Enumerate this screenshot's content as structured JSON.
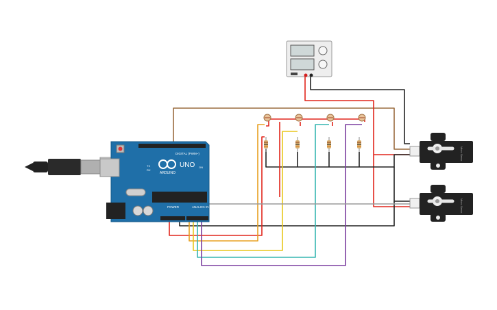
{
  "arduino": {
    "model_label": "UNO",
    "brand_label": "ARDUINO",
    "digital_label": "DIGITAL (PWM~)",
    "power_label": "POWER",
    "analog_label": "ANALOG IN",
    "tx_label": "TX",
    "rx_label": "RX",
    "on_label": "ON",
    "board_color": "#1f6fa8",
    "header_color": "#222222"
  },
  "power_supply": {
    "body_color": "#eeeeee",
    "terminal_colors": [
      "#222222",
      "#d41f1f"
    ]
  },
  "servos": [
    {
      "id": "servo-top",
      "label": "Micro Servo"
    },
    {
      "id": "servo-bottom",
      "label": "Micro Servo"
    }
  ],
  "wire_colors": {
    "red": "#e1251b",
    "black": "#222222",
    "brown": "#9a6b3f",
    "orange": "#e8a020",
    "yellow": "#e8c61c",
    "teal": "#35b6b0",
    "purple": "#7b3fa0",
    "grey": "#9a9a9a"
  }
}
